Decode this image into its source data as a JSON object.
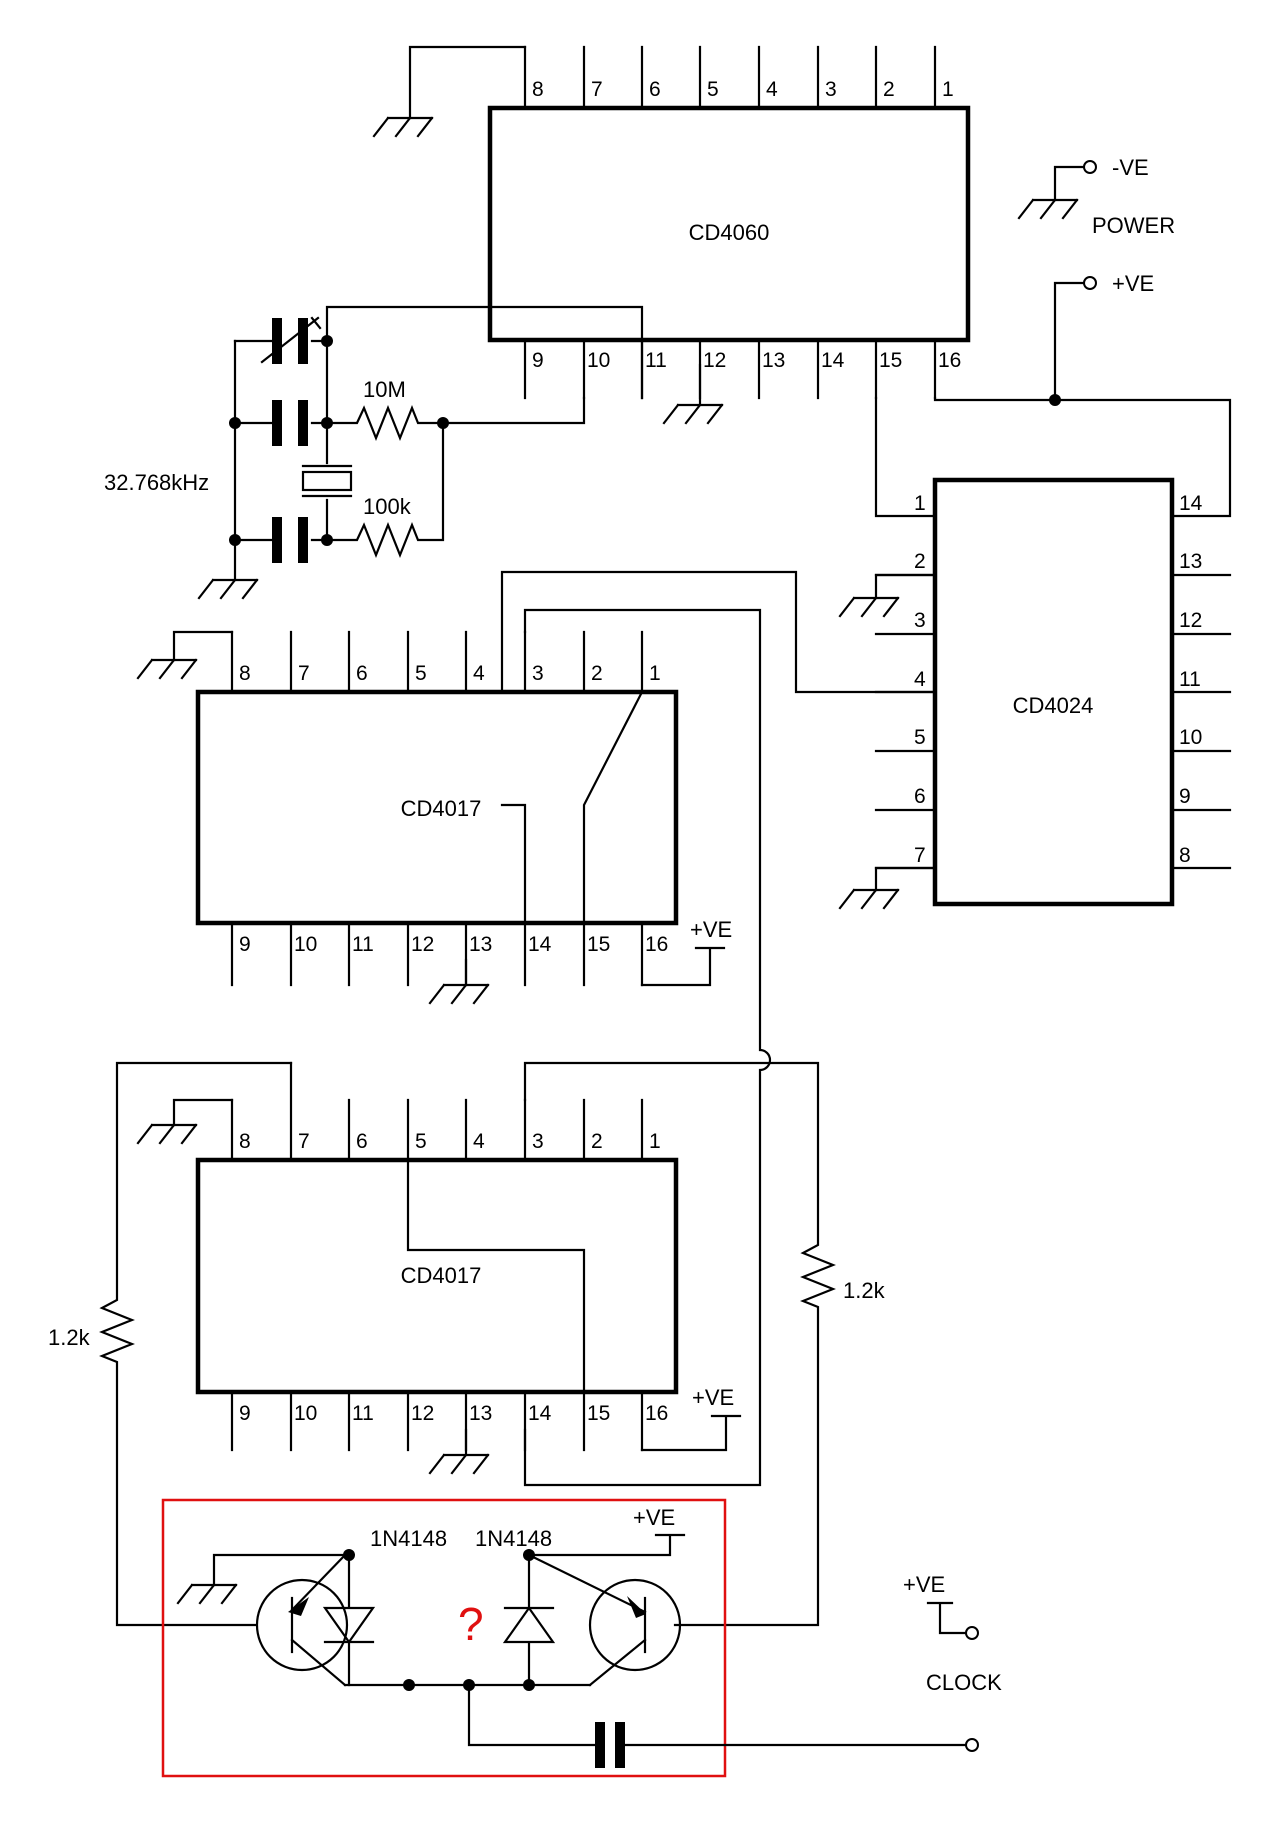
{
  "chips": {
    "cd4060": {
      "label": "CD4060",
      "top_pins": [
        "8",
        "7",
        "6",
        "5",
        "4",
        "3",
        "2",
        "1"
      ],
      "bottom_pins": [
        "9",
        "10",
        "11",
        "12",
        "13",
        "14",
        "15",
        "16"
      ]
    },
    "cd4024": {
      "label": "CD4024",
      "left_pins": [
        "1",
        "2",
        "3",
        "4",
        "5",
        "6",
        "7"
      ],
      "right_pins": [
        "14",
        "13",
        "12",
        "11",
        "10",
        "9",
        "8"
      ]
    },
    "cd4017_a": {
      "label": "CD4017",
      "top_pins": [
        "8",
        "7",
        "6",
        "5",
        "4",
        "3",
        "2",
        "1"
      ],
      "bottom_pins": [
        "9",
        "10",
        "11",
        "12",
        "13",
        "14",
        "15",
        "16"
      ]
    },
    "cd4017_b": {
      "label": "CD4017",
      "top_pins": [
        "8",
        "7",
        "6",
        "5",
        "4",
        "3",
        "2",
        "1"
      ],
      "bottom_pins": [
        "9",
        "10",
        "11",
        "12",
        "13",
        "14",
        "15",
        "16"
      ]
    }
  },
  "power": {
    "neg": "-VE",
    "pos": "+VE",
    "label": "POWER"
  },
  "oscillator": {
    "frequency": "32.768kHz",
    "r1": "10M",
    "r2": "100k"
  },
  "supply_labels": {
    "cd4017_a": "+VE",
    "cd4017_b": "+VE",
    "driver": "+VE",
    "clock": "+VE"
  },
  "resistors": {
    "left": "1.2k",
    "right": "1.2k"
  },
  "diodes": {
    "left": "1N4148",
    "right": "1N4148"
  },
  "question_mark": "?",
  "clock_label": "CLOCK",
  "colors": {
    "ink": "#000000",
    "highlight": "#e01010"
  }
}
